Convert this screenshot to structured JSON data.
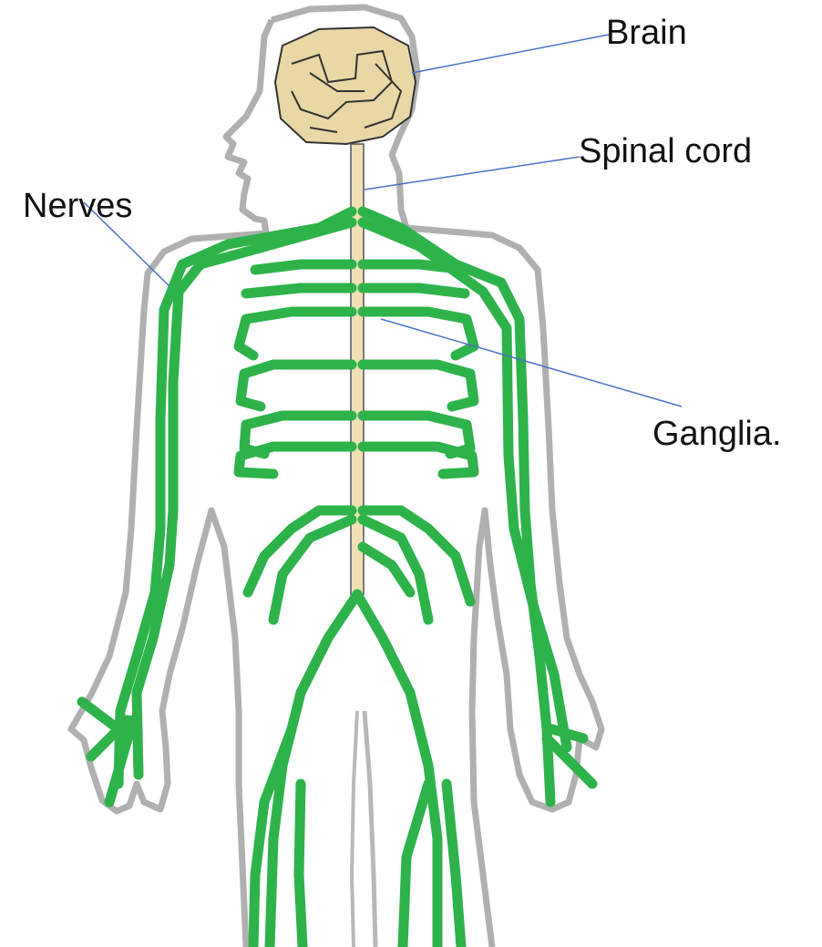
{
  "labels": {
    "brain": "Brain",
    "spinal_cord": "Spinal cord",
    "nerves": "Nerves",
    "ganglia": "Ganglia."
  },
  "colors": {
    "nerve": "#2db34a",
    "brain_fill": "#ead7a6",
    "spine_fill": "#f1dfb5",
    "outline": "#a8a8a8",
    "leader_line": "#4a72c4"
  }
}
